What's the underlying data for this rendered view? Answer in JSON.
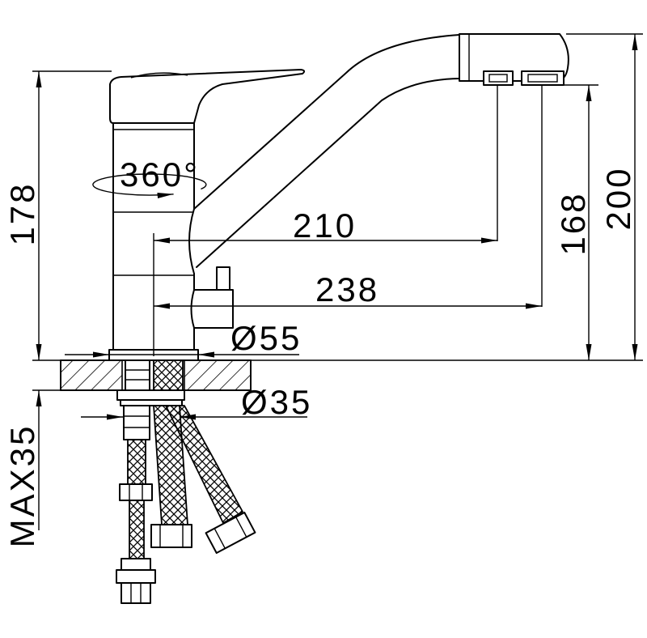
{
  "dimensions": {
    "height_178": "178",
    "rotation": "360°",
    "reach_210": "210",
    "reach_238": "238",
    "height_168": "168",
    "height_200": "200",
    "base_diameter": "Ø55",
    "hole_diameter": "Ø35",
    "counter_max": "MAX35"
  }
}
